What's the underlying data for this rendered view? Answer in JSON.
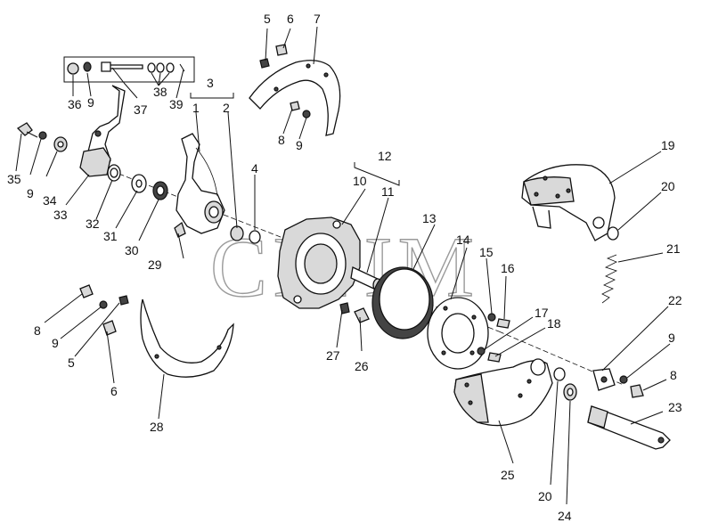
{
  "watermark": "CITIM",
  "callouts": [
    {
      "id": "c1",
      "text": "1"
    },
    {
      "id": "c2",
      "text": "2"
    },
    {
      "id": "c3",
      "text": "3"
    },
    {
      "id": "c4",
      "text": "4"
    },
    {
      "id": "c5a",
      "text": "5"
    },
    {
      "id": "c5b",
      "text": "5"
    },
    {
      "id": "c6a",
      "text": "6"
    },
    {
      "id": "c6b",
      "text": "6"
    },
    {
      "id": "c7",
      "text": "7"
    },
    {
      "id": "c8a",
      "text": "8"
    },
    {
      "id": "c8b",
      "text": "8"
    },
    {
      "id": "c8c",
      "text": "8"
    },
    {
      "id": "c9a",
      "text": "9"
    },
    {
      "id": "c9b",
      "text": "9"
    },
    {
      "id": "c9c",
      "text": "9"
    },
    {
      "id": "c9d",
      "text": "9"
    },
    {
      "id": "c9e",
      "text": "9"
    },
    {
      "id": "c10",
      "text": "10"
    },
    {
      "id": "c11",
      "text": "11"
    },
    {
      "id": "c12",
      "text": "12"
    },
    {
      "id": "c13",
      "text": "13"
    },
    {
      "id": "c14",
      "text": "14"
    },
    {
      "id": "c15",
      "text": "15"
    },
    {
      "id": "c16",
      "text": "16"
    },
    {
      "id": "c17",
      "text": "17"
    },
    {
      "id": "c18",
      "text": "18"
    },
    {
      "id": "c19",
      "text": "19"
    },
    {
      "id": "c20a",
      "text": "20"
    },
    {
      "id": "c20b",
      "text": "20"
    },
    {
      "id": "c21",
      "text": "21"
    },
    {
      "id": "c22",
      "text": "22"
    },
    {
      "id": "c23",
      "text": "23"
    },
    {
      "id": "c24",
      "text": "24"
    },
    {
      "id": "c25",
      "text": "25"
    },
    {
      "id": "c26",
      "text": "26"
    },
    {
      "id": "c27",
      "text": "27"
    },
    {
      "id": "c28",
      "text": "28"
    },
    {
      "id": "c29",
      "text": "29"
    },
    {
      "id": "c30",
      "text": "30"
    },
    {
      "id": "c31",
      "text": "31"
    },
    {
      "id": "c32",
      "text": "32"
    },
    {
      "id": "c33",
      "text": "33"
    },
    {
      "id": "c34",
      "text": "34"
    },
    {
      "id": "c35",
      "text": "35"
    },
    {
      "id": "c36",
      "text": "36"
    },
    {
      "id": "c37",
      "text": "37"
    },
    {
      "id": "c38",
      "text": "38"
    },
    {
      "id": "c39",
      "text": "39"
    }
  ]
}
